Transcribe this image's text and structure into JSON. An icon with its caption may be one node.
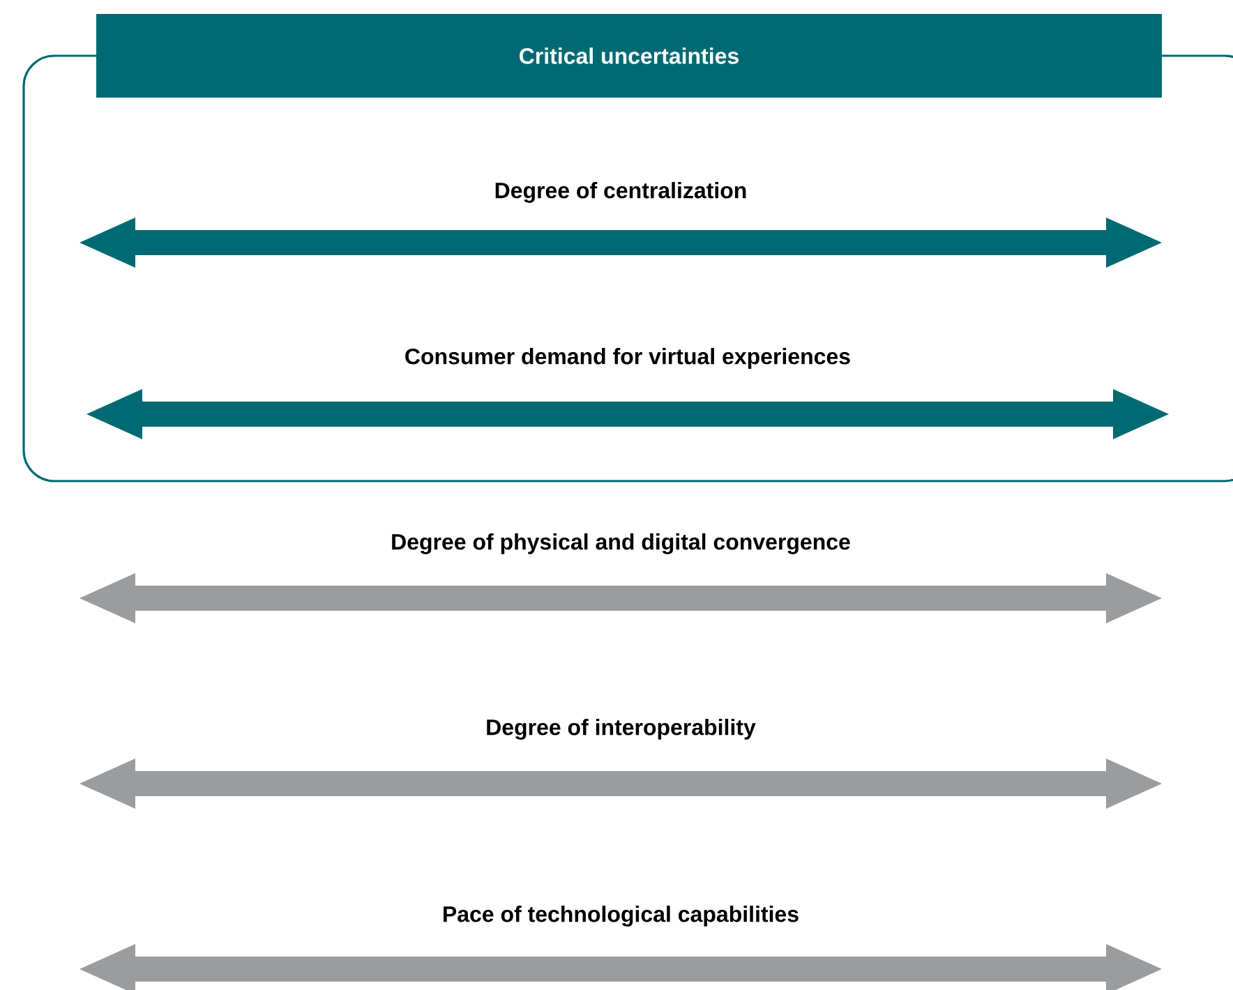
{
  "diagram": {
    "nodes": [
      {
        "text": [
          "Critical uncertainties"
        ]
      },
      {
        "text": [
          "Degree of centralization"
        ],
        "in": 0
      },
      {
        "text": [
          "Consumer demand for virtual experiences"
        ],
        "in": 0
      },
      {
        "text": [
          "Degree of physical and digital convergence"
        ]
      },
      {
        "text": [
          "Degree of interoperability"
        ]
      },
      {
        "text": [
          "Pace of technological capabilities"
        ]
      }
    ]
  }
}
